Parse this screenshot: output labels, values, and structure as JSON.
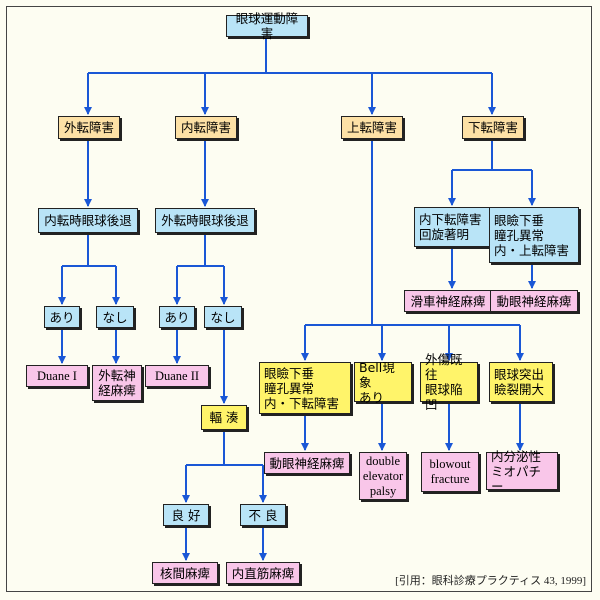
{
  "colors": {
    "line": "#1a57d6",
    "blue_box": "#b9e4f7",
    "orange_box": "#fde1a6",
    "yellow_box": "#fff46a",
    "pink_box": "#f9c6e9"
  },
  "root": "眼球運動障害",
  "categories": {
    "abduction": "外転障害",
    "adduction": "内転障害",
    "elevation": "上転障害",
    "depression": "下転障害"
  },
  "abduction_branch": {
    "finding": "内転時眼球後退",
    "yes": "あり",
    "no": "なし",
    "yes_result": "Duane I",
    "no_result": "外転神\n経麻痺"
  },
  "adduction_branch": {
    "finding": "外転時眼球後退",
    "yes": "あり",
    "no": "なし",
    "yes_result": "Duane II",
    "convergence": "輻 湊",
    "good": "良 好",
    "poor": "不 良",
    "good_result": "核間麻痺",
    "poor_result": "内直筋麻痺"
  },
  "elevation_branch": {
    "ptosis": "眼瞼下垂\n瞳孔異常\n内・下転障害",
    "bell": "Bell現象\nあり",
    "trauma": "外傷既往\n眼球陥凹",
    "proptosis": "眼球突出\n瞼裂開大",
    "ptosis_result": "動眼神経麻痺",
    "bell_result": "double\nelevator\npalsy",
    "trauma_result": "blowout\nfracture",
    "proptosis_result": "内分泌性\nミオパチー"
  },
  "depression_branch": {
    "torsion": "内下転障害\n回旋著明",
    "ptosis": "眼瞼下垂\n瞳孔異常\n内・上転障害",
    "torsion_result": "滑車神経麻痺",
    "ptosis_result": "動眼神経麻痺"
  },
  "citation": "[引用：眼科診療プラクティス 43, 1999]"
}
